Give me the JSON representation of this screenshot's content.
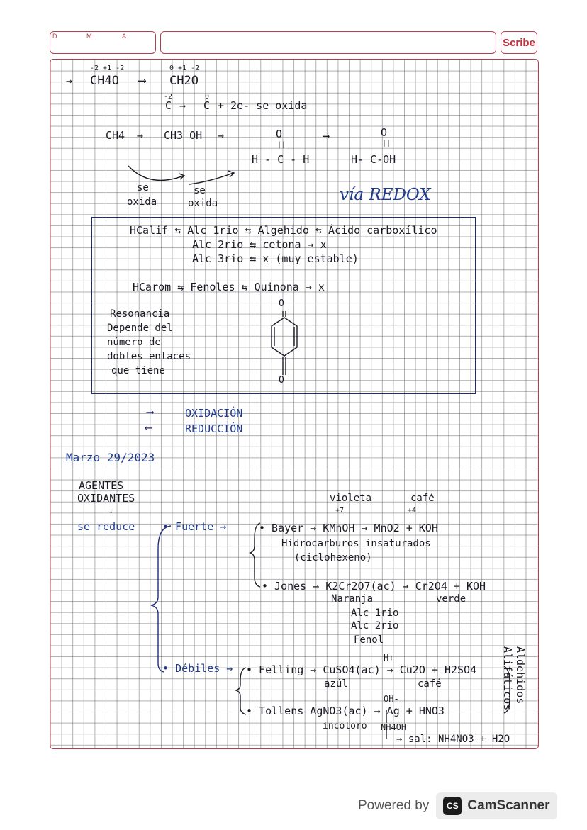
{
  "header": {
    "d_label": "D",
    "m_label": "M",
    "a_label": "A",
    "brand": "Scribe"
  },
  "notes": {
    "l1": {
      "arrow": "→",
      "ch4o": "CH4O",
      "ox1": "-2 +1 -2",
      "ch2o": "CH2O",
      "ox2": "0 +1 -2"
    },
    "l2": {
      "c_left": "C",
      "ox_left": "-2",
      "arrow": "→",
      "c_right": "C",
      "ox_right": "0",
      "rest": "+ 2e-  se oxida"
    },
    "l3": {
      "ch4": "CH4",
      "arrow1": "→",
      "ch3oh": "CH3 OH",
      "arrow2": "→",
      "o1": "O",
      "dbl1": "||",
      "aldehyde": "H - C - H",
      "arrow3": "→",
      "o2": "O",
      "dbl2": "||",
      "acid": "H- C-OH"
    },
    "l4": {
      "seox1_a": "se",
      "seox1_b": "oxida",
      "seox2_a": "se",
      "seox2_b": "oxida",
      "via": "vía REDOX"
    },
    "box": {
      "r1": "HCalif ⇆ Alc 1rio ⇆ Algehido ⇆ Ácido carboxílico",
      "r2": "Alc 2rio ⇆ cetona → x",
      "r3": "Alc 3rio ⇆ x  (muy estable)",
      "r4": "HCarom ⇆ Fenoles ⇆ Quinona → x",
      "res1": "Resonancia",
      "res2": "Depende del",
      "res3": "número de",
      "res4": "dobles enlaces",
      "res5": "que tiene",
      "q_o_top": "O",
      "q_o_bot": "O"
    },
    "ox": {
      "oxidacion": "OXIDACIÓN",
      "reduccion": "REDUCCIÓN"
    },
    "date": "Marzo 29/2023",
    "agentes": {
      "a1": "AGENTES",
      "a2": "OXIDANTES",
      "down": "↓",
      "sereduce": "se reduce"
    },
    "fuerte": {
      "label": "• Fuerte →",
      "violeta": "violeta",
      "plus7": "+7",
      "cafe": "café",
      "plus4": "+4",
      "bayer": "• Bayer → KMnOH → MnO2  + KOH",
      "hidro": "Hidrocarburos insaturados",
      "ciclo": "(ciclohexeno)",
      "jones": "• Jones → K2Cr2O7(ac) → Cr2O4 + KOH",
      "naranja": "Naranja",
      "verde": "verde",
      "alc1": "Alc 1rio",
      "alc2": "Alc 2rio",
      "fenol": "Fenol"
    },
    "debiles": {
      "label": "• Débiles →",
      "hplus": "H+",
      "felling": "• Felling → CuSO4(ac) → Cu2O + H2SO4",
      "azul": "azúl",
      "cafe2": "café",
      "ohminus": "OH-",
      "tollens": "• Tollens  AgNO3(ac) → Ag + HNO3",
      "incoloro": "incoloro",
      "nh4oh": "NH4OH",
      "sal": "→ sal: NH4NO3 + H2O",
      "side1": "Aldehidos",
      "side2": "Alifáticos"
    }
  },
  "footer": {
    "powered": "Powered by",
    "badge": "CS",
    "app": "CamScanner"
  }
}
